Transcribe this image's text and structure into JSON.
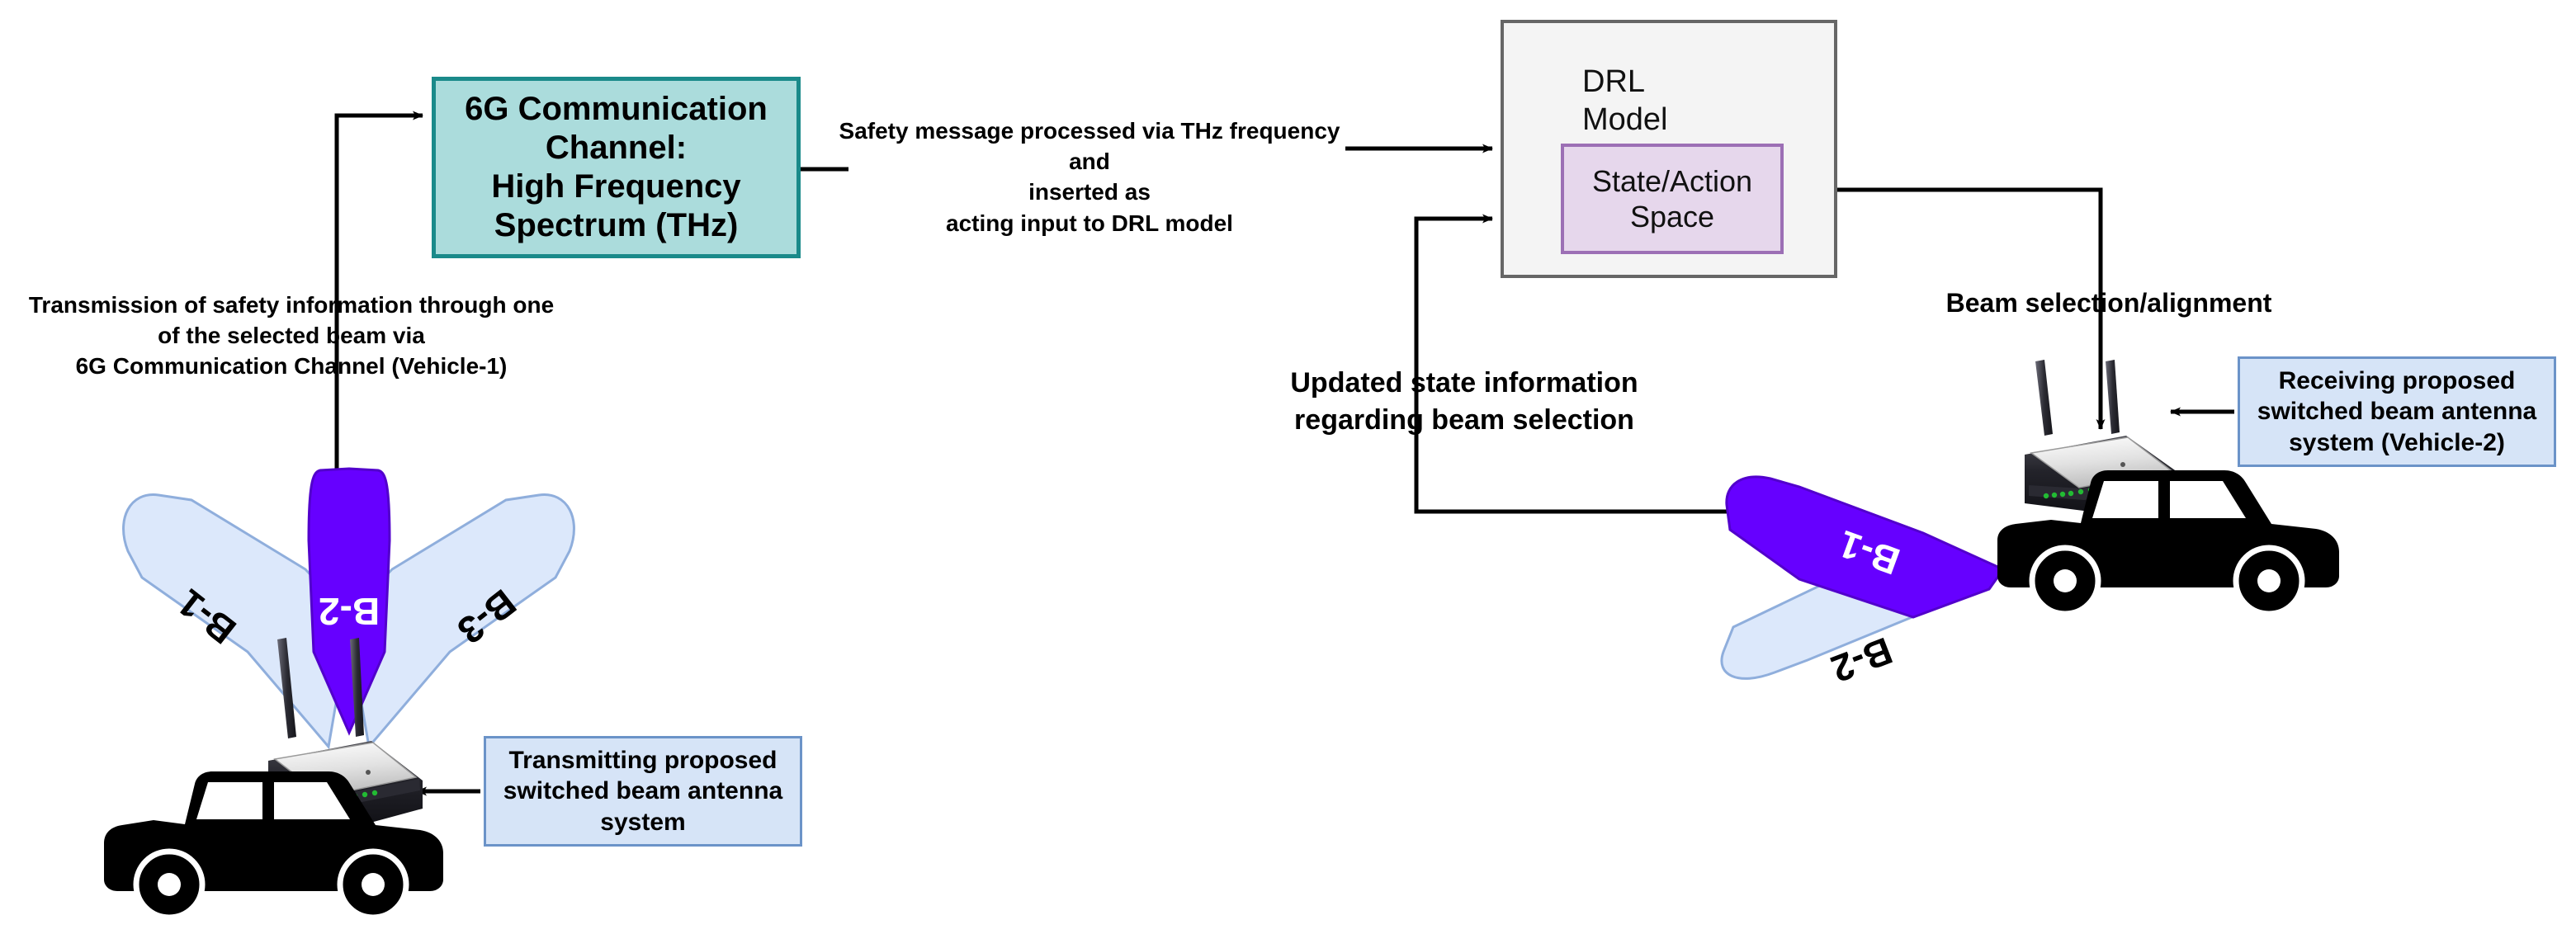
{
  "diagram": {
    "title": "DRL-based switched beam antenna selection over 6G THz channel",
    "colors": {
      "beam_active": "#6600FF",
      "beam_inactive": "#DCE8FB",
      "beam_inactive_stroke": "#8FAEDC",
      "channel_box_fill": "#ABDCDC",
      "channel_box_stroke": "#1A8A8A",
      "drl_box_fill": "#F4F4F4",
      "drl_box_stroke": "#666666",
      "state_box_fill": "#E6D7EC",
      "state_box_stroke": "#9C6FB5",
      "callout_fill": "#D6E4F7",
      "callout_stroke": "#6B93C8",
      "wire": "#000000",
      "car_body": "#000000",
      "router_led": "#22BB33"
    }
  },
  "nodes": {
    "channel_box": {
      "label": "6G Communication\nChannel:\nHigh Frequency\nSpectrum (THz)"
    },
    "drl_box": {
      "title": "DRL\nModel",
      "state_action": "State/Action\nSpace"
    },
    "callout_transmit": {
      "label": "Transmitting proposed\nswitched beam antenna\nsystem"
    },
    "callout_receive": {
      "label": "Receiving proposed\nswitched beam antenna\nsystem (Vehicle-2)"
    }
  },
  "edge_labels": {
    "transmission": "Transmission of safety information through one\nof the selected beam via\n6G Communication Channel (Vehicle-1)",
    "safety_message": "Safety message processed via THz frequency\nand\ninserted as\nacting input to DRL model",
    "beam_selection": "Beam selection/alignment",
    "updated_state": "Updated state information\nregarding beam selection"
  },
  "vehicle_transmitter": {
    "name": "Vehicle-1",
    "beams": [
      {
        "id": "B-1",
        "label": "B-1",
        "active": false
      },
      {
        "id": "B-2",
        "label": "B-2",
        "active": true
      },
      {
        "id": "B-3",
        "label": "B-3",
        "active": false
      }
    ]
  },
  "vehicle_receiver": {
    "name": "Vehicle-2",
    "beams": [
      {
        "id": "B-1",
        "label": "B-1",
        "active": true
      },
      {
        "id": "B-2",
        "label": "B-2",
        "active": false
      }
    ]
  }
}
